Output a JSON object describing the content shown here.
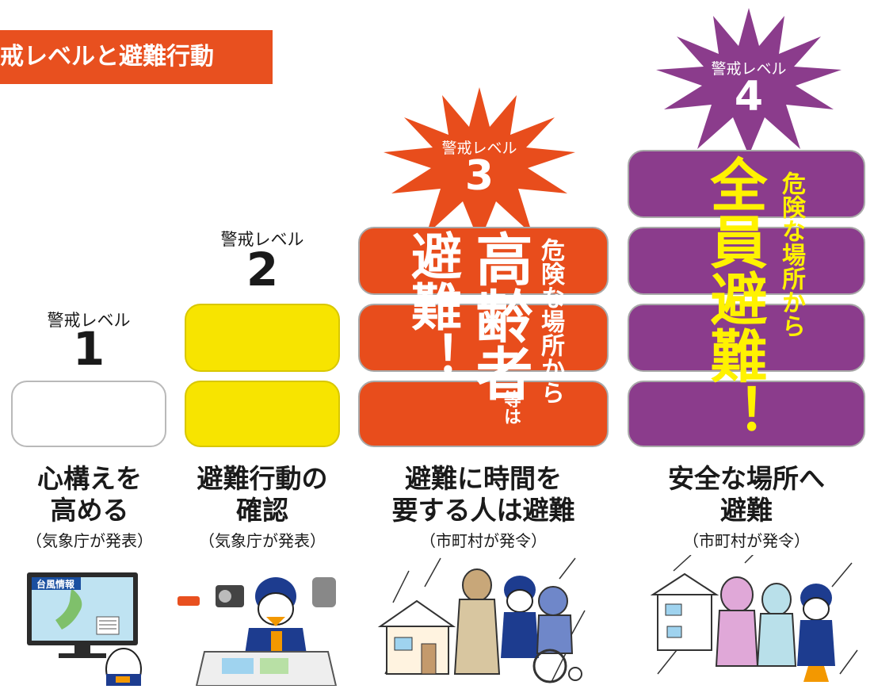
{
  "title": "戒レベルと避難行動",
  "colors": {
    "orange": "#e84d1c",
    "purple": "#8b3c8c",
    "yellow": "#f7e400",
    "accent_yellow": "#fff200"
  },
  "levels": [
    {
      "label": "警戒レベル",
      "number": "1",
      "action": [
        "心構えを",
        "高める"
      ],
      "issuer": "（気象庁が発表）",
      "illustration": "台風情報"
    },
    {
      "label": "警戒レベル",
      "number": "2",
      "action": [
        "避難行動の",
        "確認"
      ],
      "issuer": "（気象庁が発表）"
    },
    {
      "label": "警戒レベル",
      "number": "3",
      "action": [
        "避難に時間を",
        "要する人は避難"
      ],
      "issuer": "（市町村が発令）",
      "box_text": {
        "big_left": "避難！",
        "big_mid": "高齢者",
        "small": "等は",
        "side": "危険な場所から"
      }
    },
    {
      "label": "警戒レベル",
      "number": "4",
      "action": [
        "安全な場所へ",
        "避難"
      ],
      "issuer": "（市町村が発令）",
      "box_text": {
        "big": "全員避難！",
        "side": "危険な場所から"
      }
    }
  ]
}
